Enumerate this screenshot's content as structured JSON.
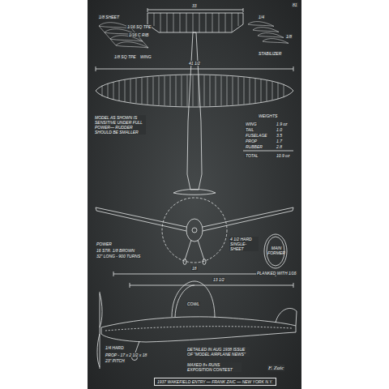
{
  "diagram": {
    "nodes": [
      {
        "text": [
          "1937 WAKEFIELD ENTRY — FRANK ZAIC — NEW YORK N.Y."
        ]
      }
    ],
    "labels": [
      "81",
      "1/8 SHEET",
      "1/16 SQ TPE",
      "1/16 C RIB",
      "1/8 SQ TPE",
      "WING",
      "33",
      "1/4",
      "1/8",
      "STABILIZER",
      "41 1/2",
      "MODEL AS SHOWN IS SENSITIVE UNDER FULL POWER— RUDDER SHOULD BE SMALLER",
      "WEIGHTS",
      "WING",
      "1.9 oz",
      "TAIL",
      "1.0",
      "FUSELAGE",
      "3.5",
      "PROP",
      "1.7",
      "RUBBER",
      "2.8",
      "TOTAL",
      "10.9 oz",
      "POWER",
      "16 STR. 1/8 BROWN",
      "32\" LONG - 900 TURNS",
      "4 1/2 HARD SINGLE- SHEET",
      "MAIN FORMER",
      "PLANKED WITH 1/16",
      "18",
      "13 1/2",
      "COWL",
      "1/4 HARD",
      "PROP - 17 x 2 1/2 x 18",
      "23\" PITCH",
      "DETAILED IN AUG 1938 ISSUE OF \"MODEL AIRPLANE NEWS\"",
      "MAXED 8+ RUNS EXPOSITION CONTEST",
      "F. Zaic"
    ]
  }
}
